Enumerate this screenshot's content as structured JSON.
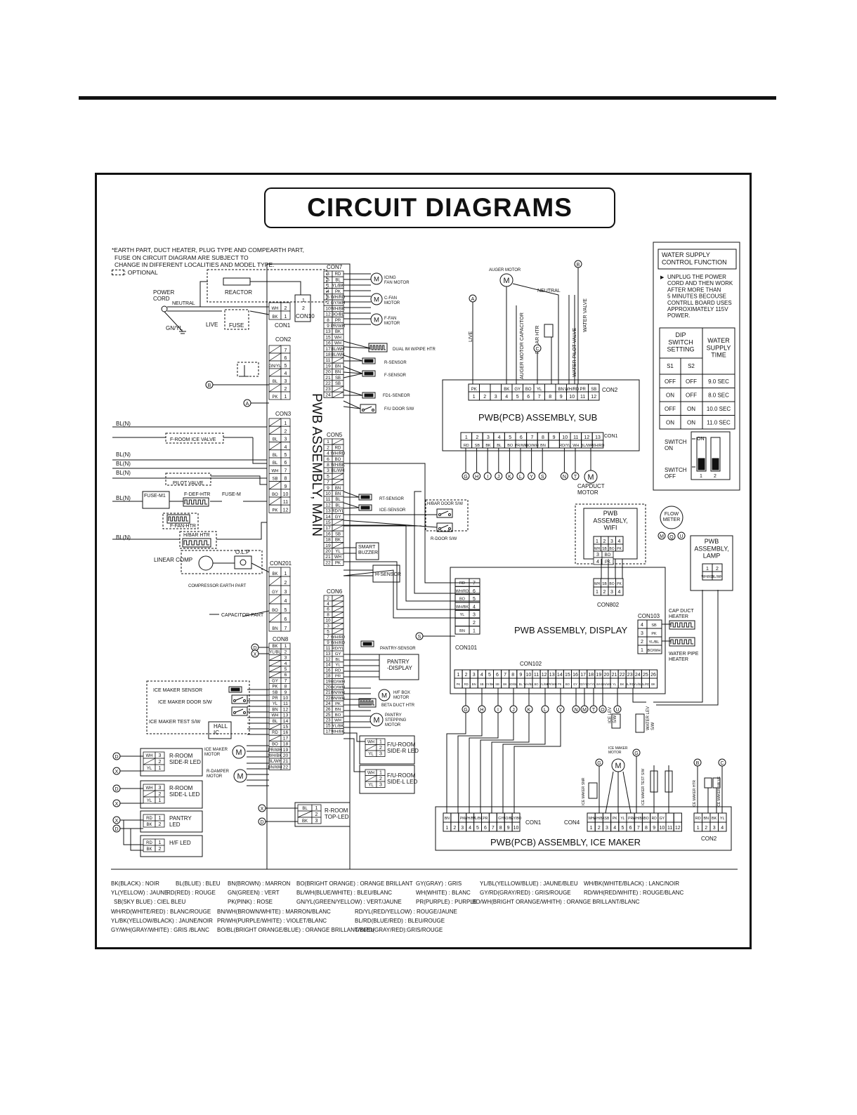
{
  "title": "CIRCUIT DIAGRAMS",
  "notes": {
    "line1": "*EARTH PART, DUCT HEATER, PLUG TYPE AND COMPEARTH PART,",
    "line2": "FUSE ON CIRCUIT DIAGRAM ARE SUBJECT TO",
    "line3": "CHANGE IN DIFFERENT LOCALITIES AND MODEL TYPE.",
    "optional": ": OPTIONAL"
  },
  "power": {
    "cord": "POWER\nCORD",
    "neutral": "NEUTRAL",
    "live": "LIVE",
    "gnyl": "GN/YL",
    "reactor": "REACTOR",
    "fuse": "FUSE",
    "con1": "CON1",
    "con10": "CON10"
  },
  "main_board": {
    "label": "PWB ASSEMBLY, MAIN"
  },
  "sub_board": {
    "label": "PWB(PCB) ASSEMBLY, SUB",
    "con2": "CON2",
    "con1": "CON1",
    "capduct": "CAPDUCT\nMOTOR"
  },
  "display_board": {
    "label": "PWB ASSEMBLY, DISPLAY",
    "con101": "CON101",
    "con102": "CON102",
    "con103": "CON103"
  },
  "icemaker_board": {
    "label": "PWB(PCB) ASSEMBLY, ICE MAKER",
    "con1": "CON1",
    "con4": "CON4",
    "con2": "CON2"
  },
  "wifi_board": {
    "label": "PWB\nASSEMBLY,\nWIFI",
    "con": "CON802"
  },
  "lamp_board": {
    "label": "PWB\nASSEMBLY,\nLAMP"
  },
  "flow_meter": "FLOW\nMETER",
  "water_function": {
    "title": "WATER SUPPLY\nCONTROL FUNCTION",
    "text": "UNPLUG THE POWER\nCORD AND THEN WORK\nAFTER MORE THAN\n5 MINUTES BECOUSE\nCONTRLL BOARD USES\nAPPROXIMATELY 115V\nPOWER.",
    "dip_header": "DIP\nSWITCH\nSETTING",
    "time_header": "WATER\nSUPPLY\nTIME",
    "s1": "S1",
    "s2": "S2",
    "rows": [
      [
        "OFF",
        "OFF",
        "9.0 SEC"
      ],
      [
        "ON",
        "OFF",
        "8.0 SEC"
      ],
      [
        "OFF",
        "ON",
        "10.0 SEC"
      ],
      [
        "ON",
        "ON",
        "11.0 SEC"
      ]
    ],
    "switch_on": "SWITCH\nON",
    "switch_off": "SWITCH\nOFF",
    "on": "ON"
  },
  "con7": {
    "name": "CON7",
    "rows": [
      [
        "3",
        "RD"
      ],
      [
        "5",
        "BL"
      ],
      [
        "1",
        "YL/BK"
      ],
      [
        "4",
        "PK"
      ],
      [
        "6",
        "WH/RD"
      ],
      [
        "2",
        "GY/WH"
      ],
      [
        "10",
        "WH/BK"
      ],
      [
        "12",
        "BO/BL"
      ],
      [
        "8",
        "PR"
      ],
      [
        "9",
        "PR/WH"
      ],
      [
        "13",
        "BK"
      ],
      [
        "15",
        "WH"
      ],
      [
        "16",
        "WH"
      ],
      [
        "17",
        "BL/WH"
      ],
      [
        "18",
        "BL/WH"
      ],
      [
        "11",
        ""
      ],
      [
        "19",
        "BN"
      ],
      [
        "20",
        "BN"
      ],
      [
        "21",
        "SB"
      ],
      [
        "22",
        "SB"
      ],
      [
        "23",
        ""
      ],
      [
        "24",
        ""
      ]
    ]
  },
  "con5": {
    "name": "CON5",
    "rows": [
      [
        "1",
        ""
      ],
      [
        "2",
        "RD"
      ],
      [
        "4",
        "WH/RD"
      ],
      [
        "6",
        "BO"
      ],
      [
        "8",
        "WH/BK"
      ],
      [
        "3",
        "BL/WH"
      ],
      [
        "5",
        ""
      ],
      [
        "7",
        ""
      ],
      [
        "9",
        "BN"
      ],
      [
        "10",
        "BN"
      ],
      [
        "11",
        "BL"
      ],
      [
        "12",
        "BL"
      ],
      [
        "13",
        "RD/YL"
      ],
      [
        "14",
        "GY"
      ],
      [
        "15",
        ""
      ],
      [
        "17",
        ""
      ],
      [
        "16",
        "SB"
      ],
      [
        "18",
        "BK"
      ],
      [
        "19",
        ""
      ],
      [
        "20",
        "YL"
      ],
      [
        "21",
        "WH"
      ],
      [
        "22",
        "PK"
      ]
    ]
  },
  "con6": {
    "name": "CON6",
    "rows": [
      [
        "2",
        ""
      ],
      [
        "4",
        ""
      ],
      [
        "6",
        ""
      ],
      [
        "8",
        ""
      ],
      [
        "10",
        ""
      ],
      [
        "3",
        ""
      ],
      [
        "5",
        ""
      ],
      [
        "7",
        "WH/RD"
      ],
      [
        "9",
        "WH/RD"
      ],
      [
        "11",
        "RD/YL"
      ],
      [
        "13",
        "GY"
      ],
      [
        "12",
        "BL"
      ],
      [
        "14",
        "YL"
      ],
      [
        "16",
        "RD"
      ],
      [
        "18",
        "PR"
      ],
      [
        "19",
        "RD/WH"
      ],
      [
        "20",
        "BO/WH"
      ],
      [
        "21",
        "BN/WH"
      ],
      [
        "22",
        "BN/WH"
      ],
      [
        "24",
        "PK"
      ],
      [
        "26",
        "BN"
      ],
      [
        "25",
        "BO"
      ],
      [
        "23",
        "WH"
      ],
      [
        "15",
        "YL/BK"
      ],
      [
        "17",
        "WH/BK"
      ]
    ]
  },
  "con2m": {
    "name": "CON2",
    "rows": [
      [
        "7",
        ""
      ],
      [
        "6",
        ""
      ],
      [
        "5",
        "GN/YL"
      ],
      [
        "4",
        ""
      ],
      [
        "3",
        "BL"
      ],
      [
        "2",
        ""
      ],
      [
        "1",
        "PK"
      ]
    ]
  },
  "con3": {
    "name": "CON3",
    "rows": [
      [
        "1",
        ""
      ],
      [
        "2",
        ""
      ],
      [
        "3",
        "BL"
      ],
      [
        "4",
        ""
      ],
      [
        "5",
        "BL"
      ],
      [
        "6",
        "BL"
      ],
      [
        "7",
        "WH"
      ],
      [
        "8",
        "SB"
      ],
      [
        "9",
        ""
      ],
      [
        "10",
        "BO"
      ],
      [
        "11",
        ""
      ],
      [
        "12",
        "PK"
      ]
    ]
  },
  "con201": {
    "name": "CON201",
    "rows": [
      [
        "1",
        "BK"
      ],
      [
        "2",
        ""
      ],
      [
        "3",
        "GY"
      ],
      [
        "4",
        ""
      ],
      [
        "5",
        "BO"
      ],
      [
        "6",
        ""
      ],
      [
        "7",
        "BN"
      ]
    ]
  },
  "con8": {
    "name": "CON8",
    "rows": [
      [
        "1",
        "BK"
      ],
      [
        "2",
        "YL/BL"
      ],
      [
        "3",
        ""
      ],
      [
        "4",
        ""
      ],
      [
        "5",
        ""
      ],
      [
        "6",
        ""
      ],
      [
        "7",
        "GY"
      ],
      [
        "8",
        "PK"
      ],
      [
        "9",
        "SB"
      ],
      [
        "10",
        "PR"
      ],
      [
        "11",
        "YL"
      ],
      [
        "12",
        "BN"
      ],
      [
        "13",
        "WH"
      ],
      [
        "14",
        "BL"
      ],
      [
        "15",
        ""
      ],
      [
        "16",
        "RD"
      ],
      [
        "17",
        ""
      ],
      [
        "18",
        "BO"
      ],
      [
        "19",
        "PR/WH"
      ],
      [
        "20",
        "WH/BK"
      ],
      [
        "21",
        "BL/WH"
      ],
      [
        "22",
        "BN/WH"
      ]
    ]
  },
  "components": {
    "icing": "ICING\nFAN MOTOR",
    "cfan": "C-FAN\nMOTOR",
    "ffan": "F-FAN\nMOTOR",
    "dual": "DUAL IM W/PIPE HTR",
    "rsensor": "R-SENSOR",
    "fsensor": "F-SENSOR",
    "fd1": "FD1-SENEOR",
    "fudoor": "F/U DOOR S/W",
    "rtsensor": "RT-SENSOR",
    "icesensor": "ICE-SENSOR",
    "hbar": "H/BAR DOOR S/W",
    "rdoor": "R-DOOR S/W",
    "buzzer": "SMART\nBUZZER",
    "hsensor": "H-SENSOR",
    "pantrysensor": "PANTRY-SENSOR",
    "pantrydisplay": "PANTRY\n-DISPLAY",
    "hfbox": "H/F BOX\nMOTOR",
    "betaduct": "BETA DUCT HTR",
    "pantrystep": "PANTRY\nSTEPPING\nMOTOR",
    "furoomr": "F/U-ROOM\nSIDE-R LED",
    "furooml": "F/U-ROOM\nSIDE-L LED",
    "froomvalve": "F-ROOM ICE VALVE",
    "pilot": "PILOT VALVE",
    "fusemt": "FUSE-M1",
    "fdef": "F-DEF-HTR",
    "fusem": "FUSE-M",
    "ffanhtr": "F-FAN-HTR",
    "hbarhtr": "H/BAR HTR",
    "linear": "LINEAR COMP",
    "olp": "O.L.P",
    "compearth": "COMPRESSOR EARTH PART",
    "capacitor": "CAPACITOR PART",
    "icesens": "ICE MAKER SENSOR",
    "icedoor": "ICE MAKER DOOR S/W",
    "icetest": "ICE MAKER TEST S/W",
    "hall": "HALL\nIC",
    "icemotor": "ICE MAKER\nMOTOR",
    "rdamper": "R-DAMPER\nMOTOR",
    "rroomr": "R-ROOM\nSIDE-R LED",
    "rrooml": "R-ROOM\nSIDE-L LED",
    "pantryled": "PANTRY\nLED",
    "hfled": "H/F LED",
    "rtop": "R-ROOM\nTOP-LED",
    "auger": "AUGER MOTOR",
    "augercap": "AUGER MOTOR CAPACITOR",
    "pillar": "PILLAR HTR",
    "waterpilot": "WATER PILOT VALVE",
    "watervalve": "WATER VALVE",
    "neutral2": "NEUTRAL",
    "live2": "LIVE",
    "capheater": "CAP DUCT\nHEATER",
    "waterpipe": "WATER PIPE\nHEATER",
    "icemakermotor2": "ICE MAKER\nMOTOR",
    "icesnr": "ICE MAKER SNR",
    "icetestsw": "ICE MAKER TEST S/W",
    "icelev": "ICE LEV\nS/W",
    "waterlev": "WATER LEV\nS/W",
    "icehtr": "ICE MAKER HTR",
    "icevalve": "ICE MAKER VALVE"
  },
  "bl_n": "BL(N)",
  "legend": {
    "row1": [
      "BK(BLACK) : NOIR",
      "BL(BLUE) : BLEU",
      "BN(BROWN) : MARRON",
      "BO(BRIGHT ORANGE) : ORANGE BRILLANT",
      "GY(GRAY) : GRIS",
      "YL/BL(YELLOW/BLUE) : JAUNE/BLEU",
      "WH/BK(WHITE/BLACK) : LANC/NOIR"
    ],
    "row2": [
      "YL(YELLOW) : JAUNE",
      "RD(RED) : ROUGE",
      "GN(GREEN) : VERT",
      "BL/WH(BLUE/WHITE) : BLEU/BLANC",
      "WH(WHITE) : BLANC",
      "GY/RD(GRAY/RED) : GRIS/ROUGE",
      "RD/WH(RED/WHITE) : ROUGE/BLANC"
    ],
    "row3": [
      "SB(SKY BLUE) : CIEL BLEU",
      "PK(PINK) : ROSE",
      "GN/YL(GREEN/YELLOW) : VERT/JAUNE",
      "PR(PURPLE) : PURPLE",
      "BO/WH(BRIGHT ORANGE/WHITH) : ORANGE BRILLANT/BLANC"
    ],
    "row4": [
      "WH/RD(WHITE/RED) : BLANC/ROUGE",
      "BN/WH(BROWN/WHITE) : MARRON/BLANC",
      "RD/YL(RED/YELLOW) : ROUGE/JAUNE"
    ],
    "row5": [
      "YL/BK(YELLOW/BLACK) : JAUNE/NOIR",
      "PR/WH(PURPLE/WHITE) : VIOLET/BLANC",
      "BL/RD(BLUE/RED) : BLEU/ROUGE"
    ],
    "row6": [
      "GY/WH(GRAY/WHITE) : GRIS /BLANC",
      "BO/BL(BRIGHT ORANGE/BLUE) : ORANGE BRILLANT/BLEU",
      "GY/RD(GRAY/RED):GRIS/ROUGE"
    ]
  }
}
